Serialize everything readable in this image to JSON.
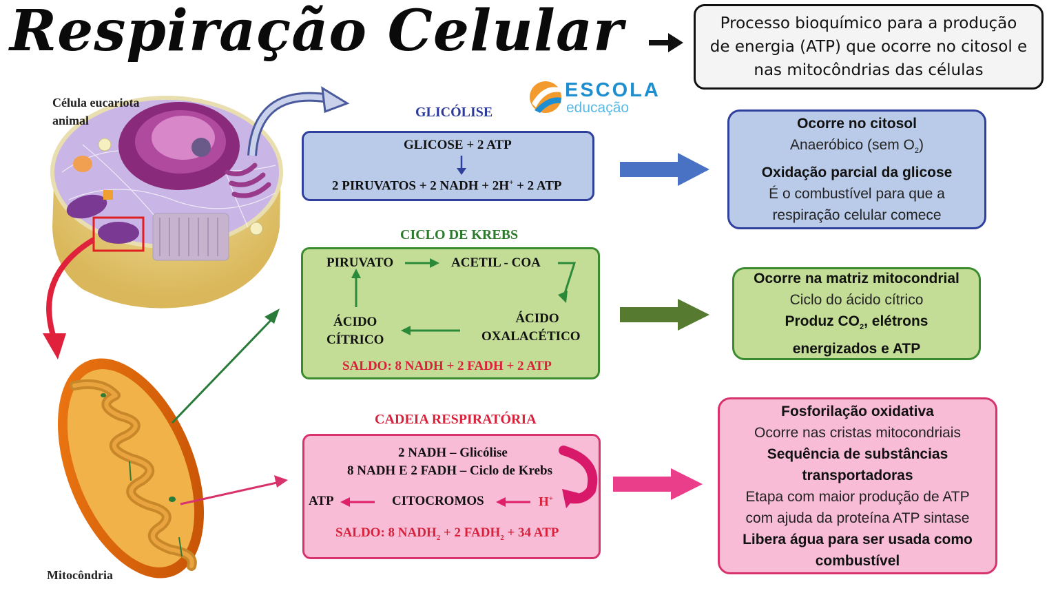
{
  "title": "Respiração Celular",
  "definition": {
    "lines": [
      "Processo bioquímico para a produção",
      "de energia (ATP) que ocorre no citosol e",
      "nas mitocôndrias das células"
    ]
  },
  "logo": {
    "name": "ESCOLA",
    "sub": "educação"
  },
  "labels": {
    "cell": "Célula eucariota animal",
    "mitochondria": "Mitocôndria"
  },
  "glicolise": {
    "title": "GLICÓLISE",
    "reactants": "GLICOSE + 2 ATP",
    "products_a": "2 PIRUVATOS + 2 NADH + 2H",
    "products_sup": "+",
    "products_b": " + 2 ATP"
  },
  "krebs": {
    "title": "CICLO DE KREBS",
    "piruvato": "PIRUVATO",
    "acetil": "ACETIL - COA",
    "acido_1": "ÁCIDO",
    "oxalacetico": "OXALACÉTICO",
    "acido_2": "ÁCIDO",
    "citrico": "CÍTRICO",
    "saldo": "SALDO: 8 NADH + 2 FADH + 2 ATP"
  },
  "cadeia": {
    "title": "CADEIA RESPIRATÓRIA",
    "line1": "2 NADH – Glicólise",
    "line2": "8 NADH E 2 FADH – Ciclo de Krebs",
    "atp": "ATP",
    "citocromos": "CITOCROMOS",
    "h": "H",
    "h_sup": "+",
    "saldo_a": "SALDO: 8 NADH",
    "sub1": "2",
    "saldo_b": " + 2 FADH",
    "sub2": "2",
    "saldo_c": " + 34 ATP"
  },
  "info_glicolise": {
    "l1": "Ocorre no citosol",
    "l2a": "Anaeróbico (sem O",
    "l2sub": "2",
    "l2b": ")",
    "l3": "Oxidação parcial da glicose",
    "l4": "É o combustível para que a",
    "l5": "respiração celular comece"
  },
  "info_krebs": {
    "l1": "Ocorre na matriz mitocondrial",
    "l2": "Ciclo do ácido cítrico",
    "l3a": "Produz CO",
    "l3sub": "2",
    "l3b": ", elétrons",
    "l4": "energizados e ATP"
  },
  "info_cadeia": {
    "l1": "Fosforilação oxidativa",
    "l2": "Ocorre nas cristas mitocondriais",
    "l3": "Sequência de substâncias",
    "l4": "transportadoras",
    "l5": "Etapa com maior produção de ATP",
    "l6": "com ajuda da proteína ATP sintase",
    "l7": "Libera água para ser usada como",
    "l8": "combustível"
  },
  "colors": {
    "blue": "#2e3f9c",
    "green": "#3a8a2f",
    "pink": "#d8326c",
    "red": "#d8213b"
  }
}
